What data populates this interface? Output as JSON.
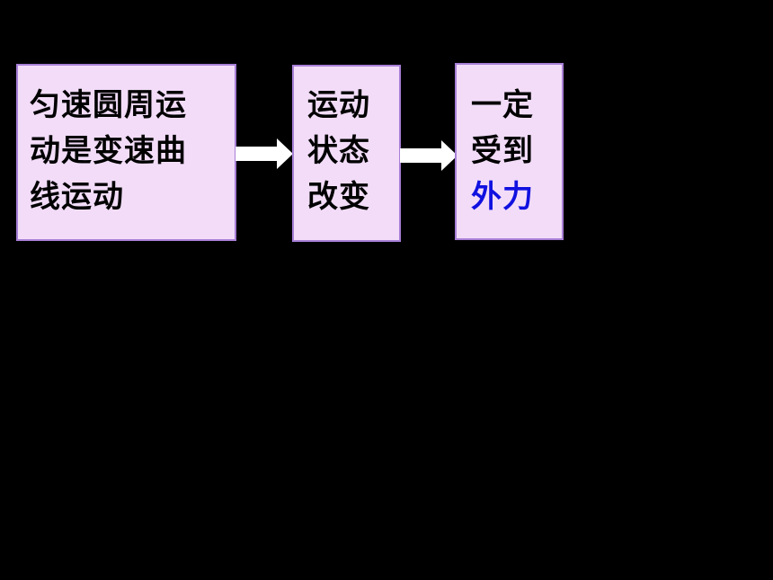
{
  "diagram": {
    "box1": {
      "lines": [
        "匀速圆周运",
        "动是变速曲",
        "线运动"
      ]
    },
    "box2": {
      "lines": [
        "运动",
        "状态",
        "改变"
      ]
    },
    "box3": {
      "lines": [
        "一定",
        "受到",
        "外力"
      ],
      "highlight_color": "#1010e0"
    },
    "colors": {
      "background": "#000000",
      "box_fill": "#f2dcf8",
      "box_border": "#a77fd6",
      "arrow": "#ffffff"
    }
  }
}
